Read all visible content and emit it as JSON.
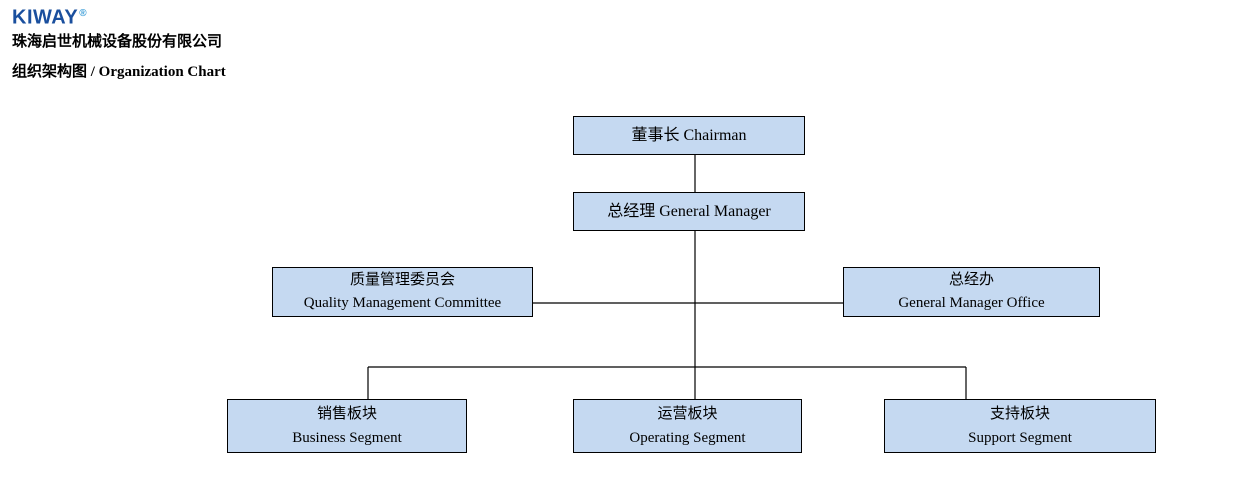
{
  "header": {
    "logo_text": "KIWAY",
    "registered_mark": "®",
    "logo_color": "#1a4f9e",
    "registered_mark_color": "#3f9fd8",
    "company_name": "珠海启世机械设备股份有限公司",
    "chart_title": "组织架构图 / Organization Chart"
  },
  "org_chart": {
    "box_fill_color": "#c5d9f1",
    "box_border_color": "#000000",
    "line_color": "#000000",
    "nodes": {
      "chairman": {
        "label": "董事长 Chairman",
        "label_zh": "董事长",
        "label_en": "Chairman"
      },
      "general_manager": {
        "label": "总经理 General Manager",
        "label_zh": "总经理",
        "label_en": "General Manager"
      },
      "quality_committee": {
        "label_zh": "质量管理委员会",
        "label_en": "Quality Management Committee"
      },
      "gm_office": {
        "label_zh": "总经办",
        "label_en": "General Manager Office"
      },
      "business_segment": {
        "label_zh": "销售板块",
        "label_en": "Business Segment"
      },
      "operating_segment": {
        "label_zh": "运营板块",
        "label_en": "Operating Segment"
      },
      "support_segment": {
        "label_zh": "支持板块",
        "label_en": "Support Segment"
      }
    }
  }
}
